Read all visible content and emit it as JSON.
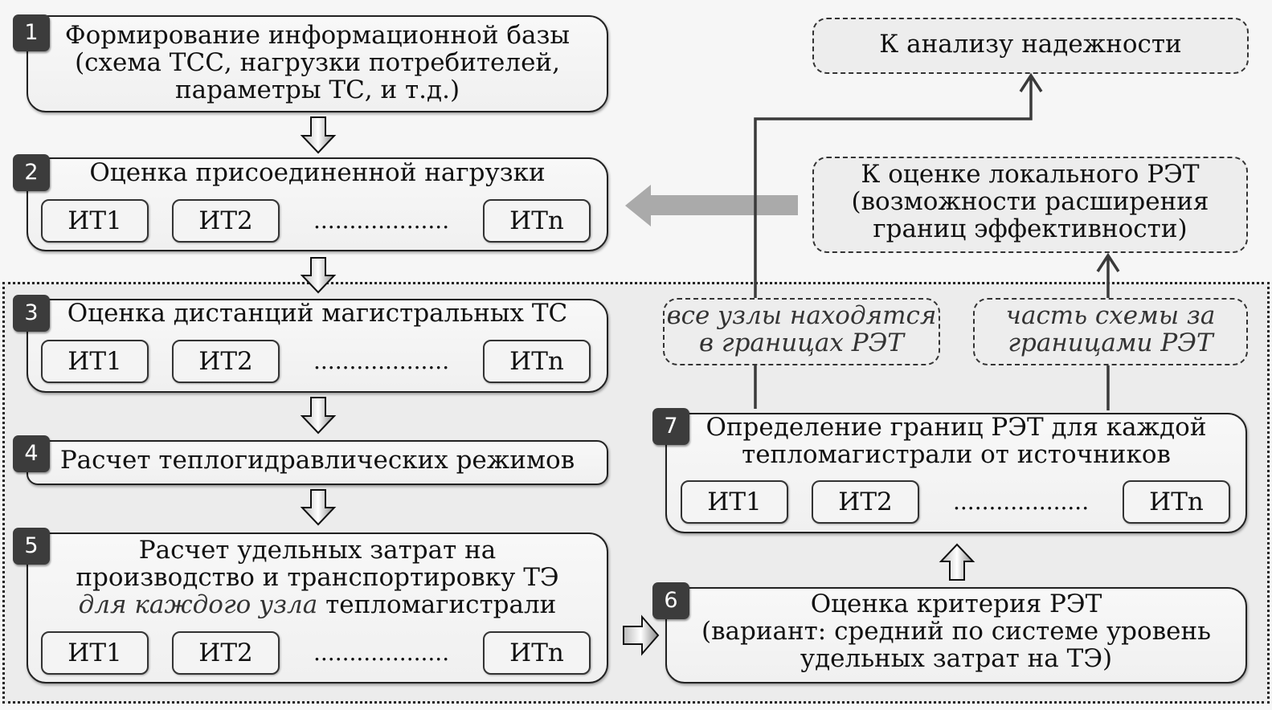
{
  "steps": [
    {
      "num": "1",
      "lines": [
        "Формирование информационной базы",
        "(схема ТСС, нагрузки потребителей,",
        "параметры ТС, и т.д.)"
      ]
    },
    {
      "num": "2",
      "title": "Оценка присоединенной нагрузки",
      "items": [
        "ИТ1",
        "ИТ2",
        "ИТn"
      ],
      "ellipsis": "..................."
    },
    {
      "num": "3",
      "title": "Оценка дистанций магистральных ТС",
      "items": [
        "ИТ1",
        "ИТ2",
        "ИТn"
      ],
      "ellipsis": "..................."
    },
    {
      "num": "4",
      "title": "Расчет теплогидравлических режимов"
    },
    {
      "num": "5",
      "line1": "Расчет удельных затрат на",
      "line2": "производство и транспортировку ТЭ",
      "line3_italic": "для каждого узла",
      "line3_rest": " тепломагистрали",
      "items": [
        "ИТ1",
        "ИТ2",
        "ИТn"
      ],
      "ellipsis": "..................."
    },
    {
      "num": "6",
      "lines": [
        "Оценка критерия РЭТ",
        "(вариант: средний по системе уровень",
        "удельных затрат на ТЭ)"
      ]
    },
    {
      "num": "7",
      "lines": [
        "Определение границ РЭТ для каждой",
        "тепломагистрали от источников"
      ],
      "items": [
        "ИТ1",
        "ИТ2",
        "ИТn"
      ],
      "ellipsis": "..................."
    }
  ],
  "outcomes": {
    "reliability": "К анализу надежности",
    "local_ret": [
      "К оценке локального РЭТ",
      "(возможности расширения",
      "границ эффективности)"
    ],
    "all_nodes": [
      "все узлы находятся",
      "в границах РЭТ"
    ],
    "part_outside": [
      "часть схемы за",
      "границами РЭТ"
    ]
  }
}
